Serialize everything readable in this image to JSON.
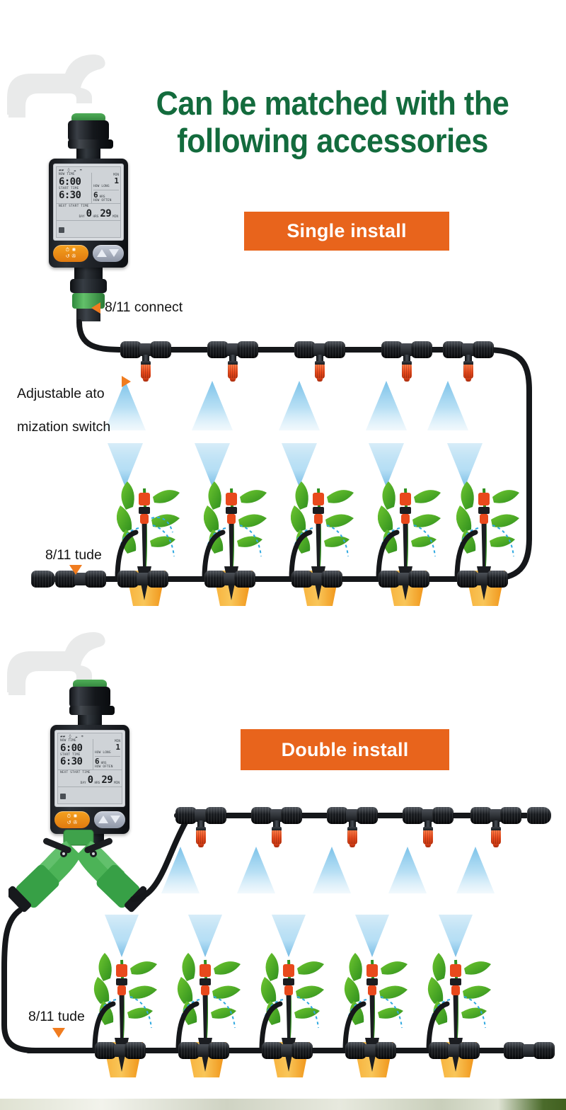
{
  "page": {
    "title_line1": "Can be matched with the",
    "title_line2": "following accessories",
    "title_color": "#136b3d",
    "accent_orange": "#e8641c",
    "arrow_orange": "#f07c1f",
    "background": "#ffffff"
  },
  "sections": [
    {
      "id": "single",
      "badge_label": "Single install",
      "callouts": {
        "connect": "8/11 connect",
        "atomization_line1": "Adjustable ato",
        "atomization_line2": "mization switch",
        "tube": "8/11 tude"
      },
      "mister_count": 5,
      "plant_count": 5
    },
    {
      "id": "double",
      "badge_label": "Double install",
      "callouts": {
        "tube": "8/11 tude"
      },
      "mister_count_top": 5,
      "plant_count": 5
    }
  ],
  "controller": {
    "name": "water-timer",
    "cap_color": "#3f9a4b",
    "body_color": "#1a1d22",
    "display": {
      "now_time_label": "NOW TIME",
      "now_time_value": "6:00",
      "start_time_label": "START TIME",
      "start_time_value": "6:30",
      "how_long_label": "HOW LONG",
      "how_long_value": "1",
      "how_long_unit": "MIN",
      "how_often_label": "HOW OFTEN",
      "how_often_value": "6",
      "how_often_unit": "HRS",
      "next_start_label": "NEXT START TIME",
      "next_start_day": "DAY",
      "next_start_hours": "0",
      "next_start_hours_unit": "HRS",
      "next_start_mins": "29",
      "next_start_mins_unit": "MIN"
    },
    "buttons": {
      "mode_pad_icons": [
        "clock-icon",
        "gear-icon",
        "loop-icon",
        "drop-icon"
      ],
      "up_label": "up-arrow",
      "down_label": "down-arrow"
    }
  },
  "parts": {
    "faucet": "faucet-silhouette",
    "y_splitter": "two-way-hose-splitter",
    "tee_connector": "tee-barbed-connector",
    "nozzle": "adjustable-atomizing-nozzle",
    "end_cap": "tube-end-cap",
    "stake_dripper": "stake-drip-emitter",
    "pot": "plant-pot",
    "hose": "8/11 tube"
  },
  "colors": {
    "spray_blue": "#8dc9ec",
    "nozzle_orange": "#e8491c",
    "pot_orange": "#f5a623",
    "leaf_green": "#4caf2f",
    "hose_black": "#15171a",
    "splitter_green": "#3fa24b"
  }
}
